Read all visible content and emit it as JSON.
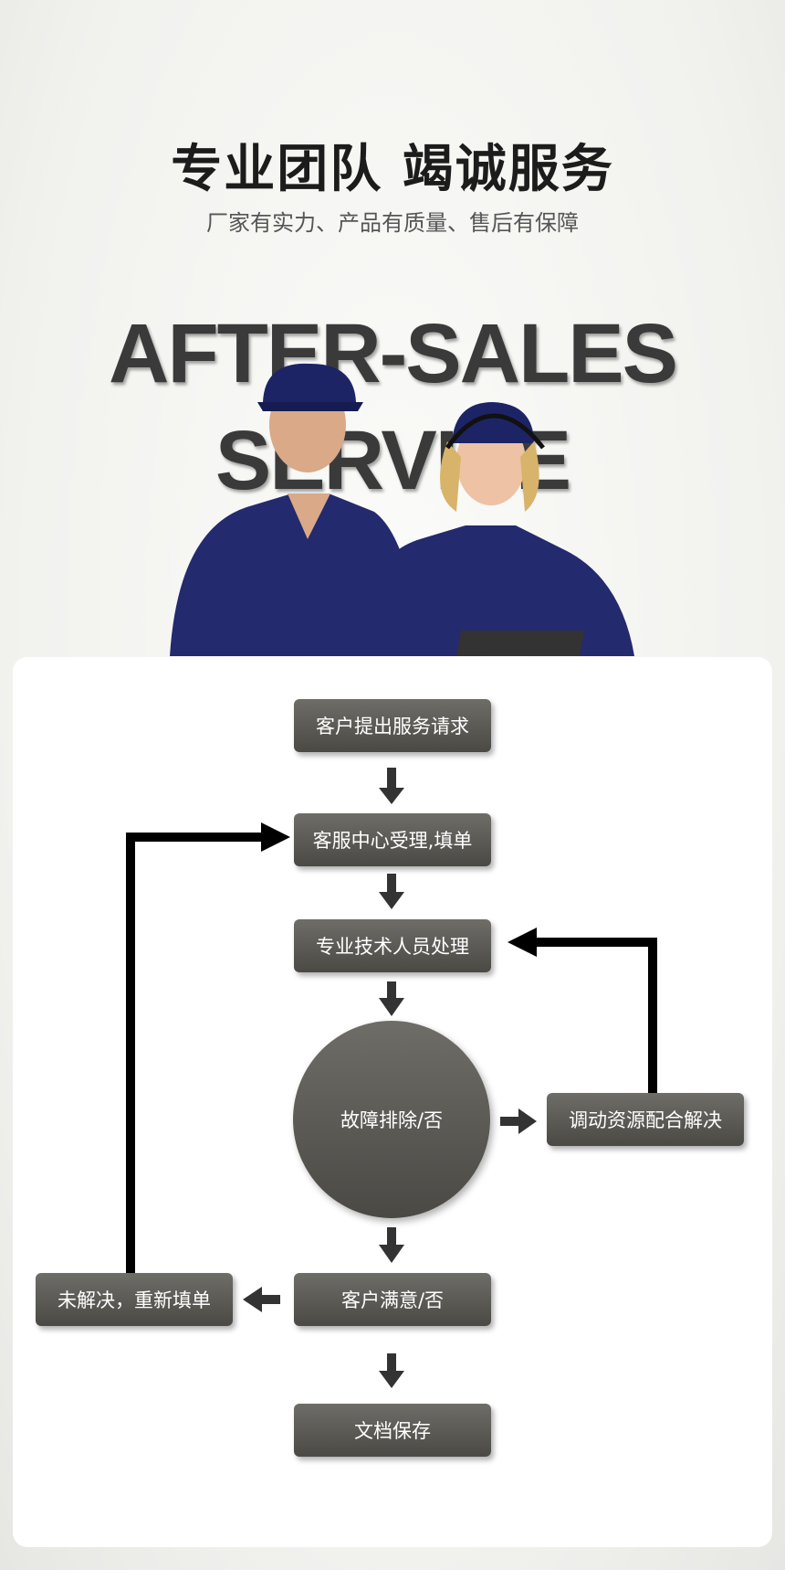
{
  "header": {
    "title": "专业团队 竭诚服务",
    "subtitle": "厂家有实力、产品有质量、售后有保障"
  },
  "banner": {
    "line1": "AFTER-SALES",
    "line2": "SERVICE"
  },
  "flow": {
    "step1": "客户提出服务请求",
    "step2": "客服中心受理,填单",
    "step3": "专业技术人员处理",
    "decision": "故障排除/否",
    "resources": "调动资源配合解决",
    "satisfied": "客户满意/否",
    "unresolved": "未解决，重新填单",
    "archive": "文档保存"
  },
  "colors": {
    "box": "#5b5a55",
    "arrow": "#000000"
  }
}
